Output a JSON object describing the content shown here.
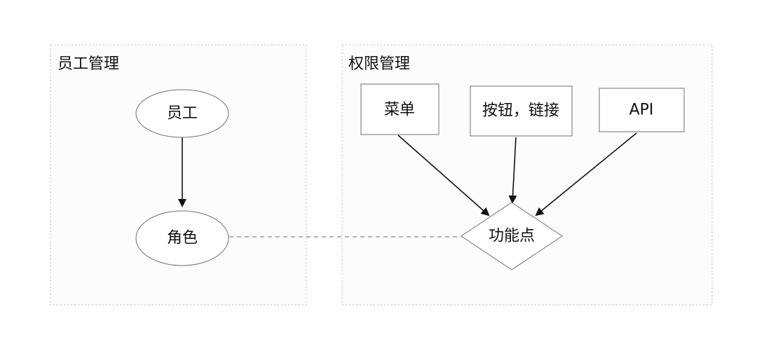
{
  "groups": {
    "employee": {
      "label": "员工管理"
    },
    "permission": {
      "label": "权限管理"
    }
  },
  "nodes": {
    "employee": {
      "label": "员工"
    },
    "role": {
      "label": "角色"
    },
    "menu": {
      "label": "菜单"
    },
    "button_link": {
      "label": "按钮，链接"
    },
    "api": {
      "label": "API"
    },
    "function_point": {
      "label": "功能点"
    }
  },
  "edges": [
    {
      "from": "employee",
      "to": "role",
      "style": "solid",
      "arrow": true
    },
    {
      "from": "menu",
      "to": "function_point",
      "style": "solid",
      "arrow": true
    },
    {
      "from": "button_link",
      "to": "function_point",
      "style": "solid",
      "arrow": true
    },
    {
      "from": "api",
      "to": "function_point",
      "style": "solid",
      "arrow": true
    },
    {
      "from": "role",
      "to": "function_point",
      "style": "dashed",
      "arrow": false
    }
  ]
}
